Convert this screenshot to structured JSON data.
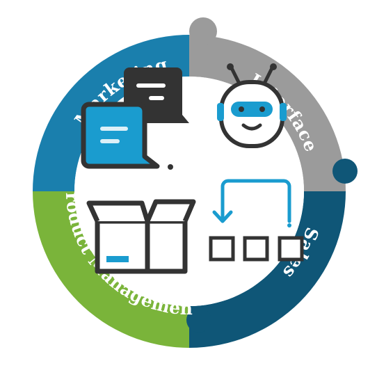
{
  "diagram": {
    "segments": [
      {
        "key": "marketing",
        "label": "Marketing",
        "color": "#1a7fad"
      },
      {
        "key": "interface",
        "label": "Interface",
        "color": "#9b9b9b"
      },
      {
        "key": "sales",
        "label": "Sales",
        "color": "#0f5677"
      },
      {
        "key": "product_management",
        "label": "Product Management",
        "color": "#7ab43a"
      }
    ],
    "icons": {
      "marketing": "chat-bubbles-icon",
      "interface": "robot-icon",
      "sales": "process-flow-icon",
      "product_management": "open-box-icon"
    },
    "colors": {
      "icon_stroke": "#333333",
      "icon_accent": "#1a9ccf",
      "background": "#ffffff"
    }
  }
}
